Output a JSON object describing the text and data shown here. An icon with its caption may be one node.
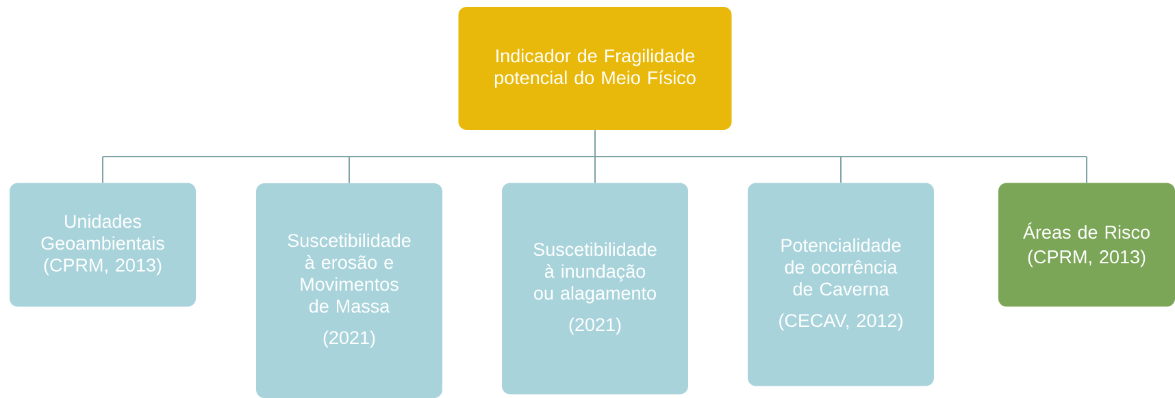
{
  "diagram": {
    "nodes": [
      {
        "text": [
          "Indicador de Fragilidade potencial do Meio Físico"
        ]
      },
      {
        "text": [
          "Unidades Geoambientais (CPRM, 2013)"
        ]
      },
      {
        "text": [
          "Suscetibilidade à erosão e Movimentos de Massa",
          "(2021)"
        ]
      },
      {
        "text": [
          "Suscetibilidade à inundação ou alagamento",
          "(2021)"
        ]
      },
      {
        "text": [
          "Potencialidade de ocorrência de Caverna",
          "(CECAV, 2012)"
        ]
      },
      {
        "text": [
          "Áreas de Risco",
          "(CPRM, 2013)"
        ]
      }
    ],
    "edges": [
      {
        "from": 0,
        "to": 1,
        "arrow": "none"
      },
      {
        "from": 0,
        "to": 2,
        "arrow": "none"
      },
      {
        "from": 0,
        "to": 3,
        "arrow": "none"
      },
      {
        "from": 0,
        "to": 4,
        "arrow": "none"
      },
      {
        "from": 0,
        "to": 5,
        "arrow": "none"
      }
    ]
  }
}
